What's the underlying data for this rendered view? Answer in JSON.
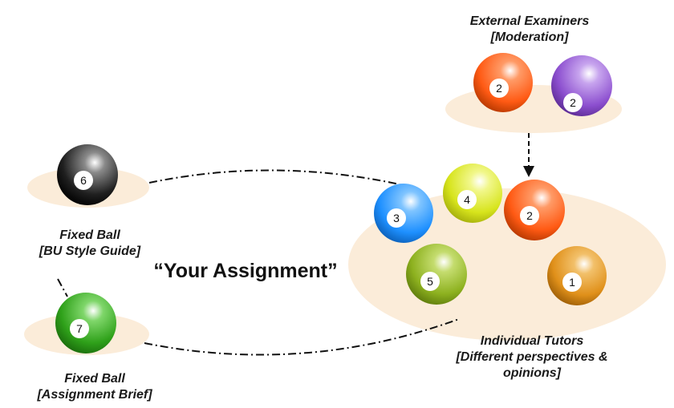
{
  "title": "“Your Assignment”",
  "groups": {
    "external_examiners": {
      "line1": "External Examiners",
      "line2": "[Moderation]"
    },
    "individual_tutors": {
      "line1": "Individual Tutors",
      "line2": "[Different perspectives &",
      "line3": "opinions]"
    },
    "style_guide": {
      "line1": "Fixed Ball",
      "line2": "[BU Style Guide]"
    },
    "assignment_brief": {
      "line1": "Fixed Ball",
      "line2": "[Assignment Brief]"
    }
  },
  "balls": [
    {
      "id": "ball-2-orange-examiners",
      "number": "2",
      "color": "#ff5a14"
    },
    {
      "id": "ball-2-purple-examiners",
      "number": "2",
      "color": "#8c4fcf"
    },
    {
      "id": "ball-6-black",
      "number": "6",
      "color": "#1f1f1f"
    },
    {
      "id": "ball-3-blue",
      "number": "3",
      "color": "#1e90ff"
    },
    {
      "id": "ball-4-yellow",
      "number": "4",
      "color": "#d7e41c"
    },
    {
      "id": "ball-2-orange-tutors",
      "number": "2",
      "color": "#ff5a14"
    },
    {
      "id": "ball-5-green",
      "number": "5",
      "color": "#8db11f"
    },
    {
      "id": "ball-1-gold",
      "number": "1",
      "color": "#e0901a"
    },
    {
      "id": "ball-7-green",
      "number": "7",
      "color": "#2fa11a"
    }
  ],
  "colors": {
    "tray": "#fbecd9",
    "text": "#1a1a1a"
  }
}
